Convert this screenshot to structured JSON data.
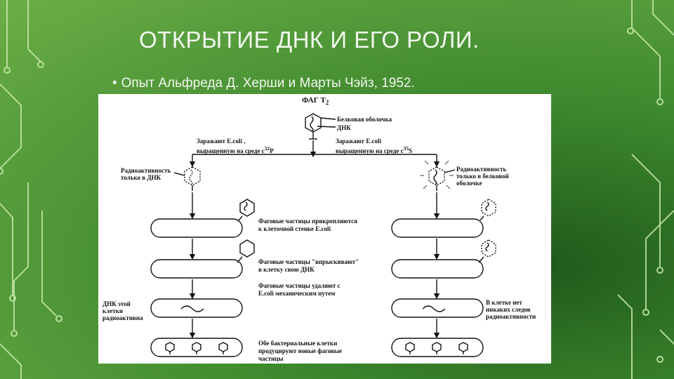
{
  "slide": {
    "title": "ОТКРЫТИЕ ДНК И ЕГО РОЛИ.",
    "bullet_mark": "•",
    "bullet_text": "Опыт Альфреда Д. Херши и Марты Чэйз, 1952."
  },
  "colors": {
    "text": "#f2f7ee",
    "figure_bg": "#ffffff",
    "ink": "#111111",
    "circuit": "#c7e7a8"
  },
  "figure": {
    "phage_title": "ФАГ Т",
    "phage_title_sub": "2",
    "protein_coat": "Белковая оболочка",
    "dna": "ДНК",
    "left_infect_1": "Заражают E.coli ,",
    "left_infect_2": "выращенную на среде с",
    "left_isotope_sup": "32",
    "left_isotope": "P",
    "right_infect_1": "Заражают E.coli",
    "right_infect_2": "выращенную на среде с",
    "right_isotope_sup": "35",
    "right_isotope": "S",
    "left_radio_1": "Радиоактивность",
    "left_radio_2": "только в ДНК",
    "right_radio_1": "Радиоактивность",
    "right_radio_2": "только в белковой",
    "right_radio_3": "оболочке",
    "step1_1": "Фаговые частицы прикрепляются",
    "step1_2": "к клеточной стенке E.coli",
    "step2_1": "Фаговые частицы \"впрыскивают\"",
    "step2_2": "в клетку свою ДНК",
    "step3_1": "Фаговые частицы удаляют с",
    "step3_2": "E.coli механическим путем",
    "left_result_1": "ДНК этой",
    "left_result_2": "клетки",
    "left_result_3": "радиоактивна",
    "right_result_1": "В клетке нет",
    "right_result_2": "никаких следов",
    "right_result_3": "радиоактивности",
    "final_1": "Обе бактериальные клетки",
    "final_2": "продуцируют новые фаговые",
    "final_3": "частицы"
  }
}
